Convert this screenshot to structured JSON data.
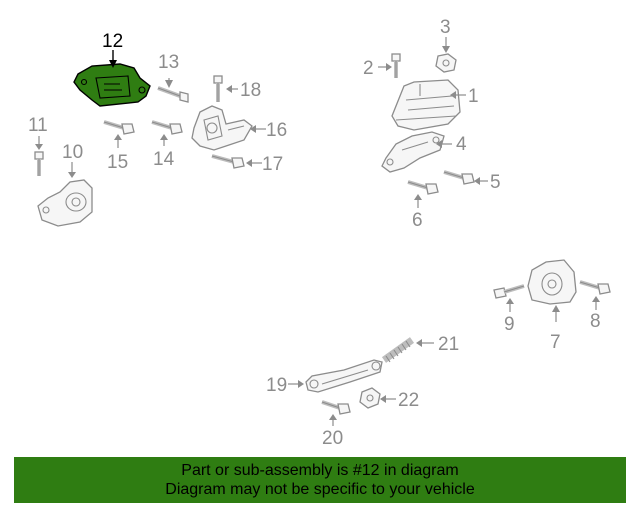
{
  "diagram": {
    "highlight_color": "#2f7d12",
    "highlighted_part": "12",
    "callouts": {
      "c1": "1",
      "c2": "2",
      "c3": "3",
      "c4": "4",
      "c5": "5",
      "c6": "6",
      "c7": "7",
      "c8": "8",
      "c9": "9",
      "c10": "10",
      "c11": "11",
      "c12": "12",
      "c13": "13",
      "c14": "14",
      "c15": "15",
      "c16": "16",
      "c17": "17",
      "c18": "18",
      "c19": "19",
      "c20": "20",
      "c21": "21",
      "c22": "22"
    }
  },
  "banner": {
    "line1": "Part or sub-assembly is #12 in diagram",
    "line2": "Diagram may not be specific to your vehicle",
    "background": "#2f7d12"
  }
}
